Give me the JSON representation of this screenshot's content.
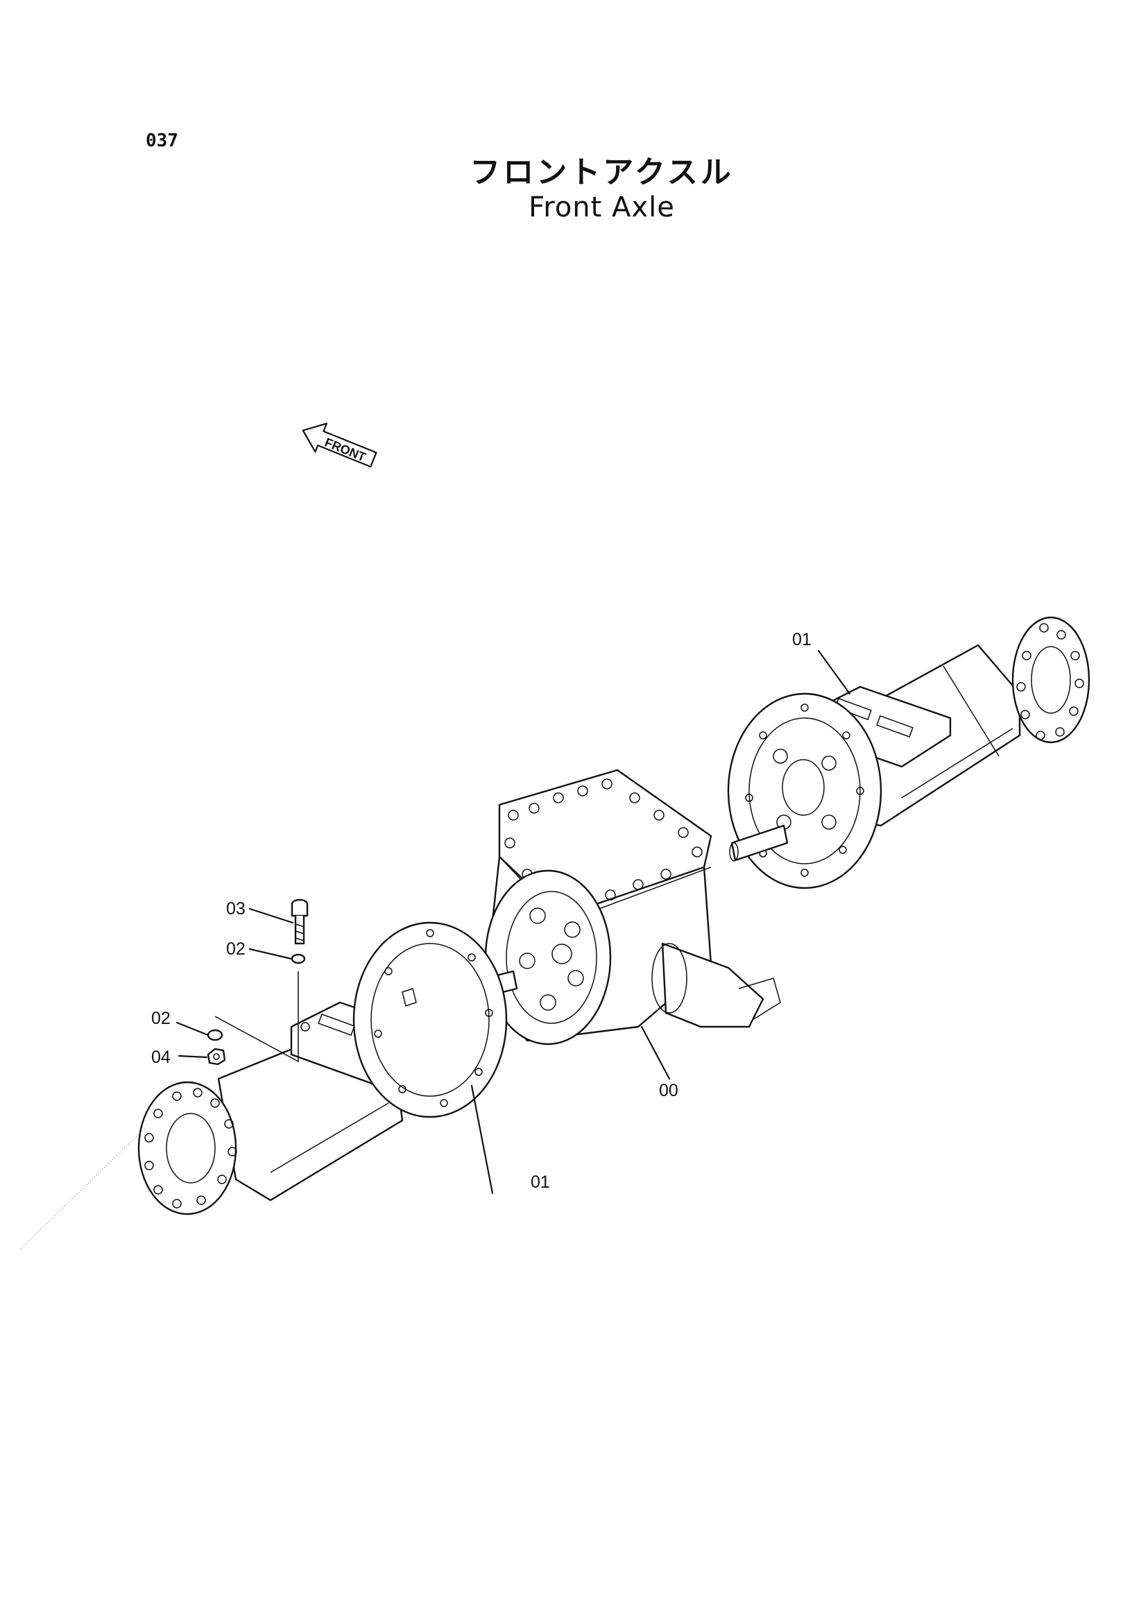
{
  "page_number": "037",
  "title_jp": "フロントアクスル",
  "title_en": "Front Axle",
  "front_indicator": "FRONT",
  "callouts": {
    "c01_upper": "01",
    "c01_lower": "01",
    "c00": "00",
    "c02_a": "02",
    "c02_b": "02",
    "c03": "03",
    "c04": "04"
  }
}
